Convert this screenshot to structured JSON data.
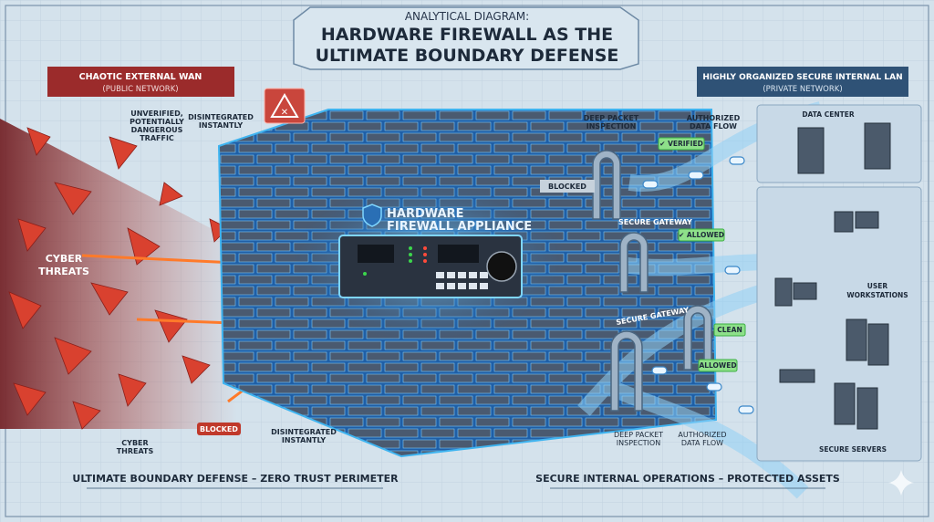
{
  "title": {
    "kicker": "ANALYTICAL DIAGRAM:",
    "line1": "HARDWARE FIREWALL AS THE",
    "line2": "ULTIMATE BOUNDARY DEFENSE"
  },
  "wan": {
    "title": "CHAOTIC EXTERNAL WAN",
    "subtitle": "(PUBLIC NETWORK)"
  },
  "lan": {
    "title": "HIGHLY ORGANIZED SECURE INTERNAL LAN",
    "subtitle": "(PRIVATE NETWORK)"
  },
  "left_labels": {
    "unverified": [
      "UNVERIFIED,",
      "POTENTIALLY",
      "DANGEROUS",
      "TRAFFIC"
    ],
    "disintegrated_top": [
      "DISINTEGRATED",
      "INSTANTLY"
    ],
    "cyber_threats_main": [
      "CYBER",
      "THREATS"
    ],
    "blocked": "BLOCKED",
    "cyber_threats_bottom": [
      "CYBER",
      "THREATS"
    ],
    "disintegrated_bottom": [
      "DISINTEGRATED",
      "INSTANTLY"
    ]
  },
  "appliance": {
    "title_line1": "HARDWARE",
    "title_line2": "FIREWALL APPLIANCE"
  },
  "wall_labels": {
    "blocked": "BLOCKED",
    "gateway_top": "SECURE GATEWAY",
    "gateway_bottom": "SECURE GATEWAY"
  },
  "right_labels": {
    "dpi_top": [
      "DEEP PACKET",
      "INSPECTION"
    ],
    "flow_top": [
      "AUTHORIZED",
      "DATA FLOW"
    ],
    "verified": "✔ VERIFIED",
    "allowed_top": "✔ ALLOWED",
    "clean": "CLEAN",
    "allowed_bottom": "ALLOWED",
    "dpi_bottom": [
      "DEEP PACKET",
      "INSPECTION"
    ],
    "flow_bottom": [
      "AUTHORIZED",
      "DATA FLOW"
    ],
    "data_center": "DATA CENTER",
    "workstations": [
      "USER",
      "WORKSTATIONS"
    ],
    "servers": "SECURE SERVERS"
  },
  "footer": {
    "left": "ULTIMATE BOUNDARY DEFENSE – ZERO TRUST PERIMETER",
    "right": "SECURE INTERNAL OPERATIONS – PROTECTED ASSETS"
  },
  "colors": {
    "threat": "#d9412f",
    "wan_box": "#9b2b2b",
    "lan_box": "#2f5276",
    "glow": "#3fb4f0",
    "ok": "#3cb043",
    "wall": "#2e3f55"
  }
}
